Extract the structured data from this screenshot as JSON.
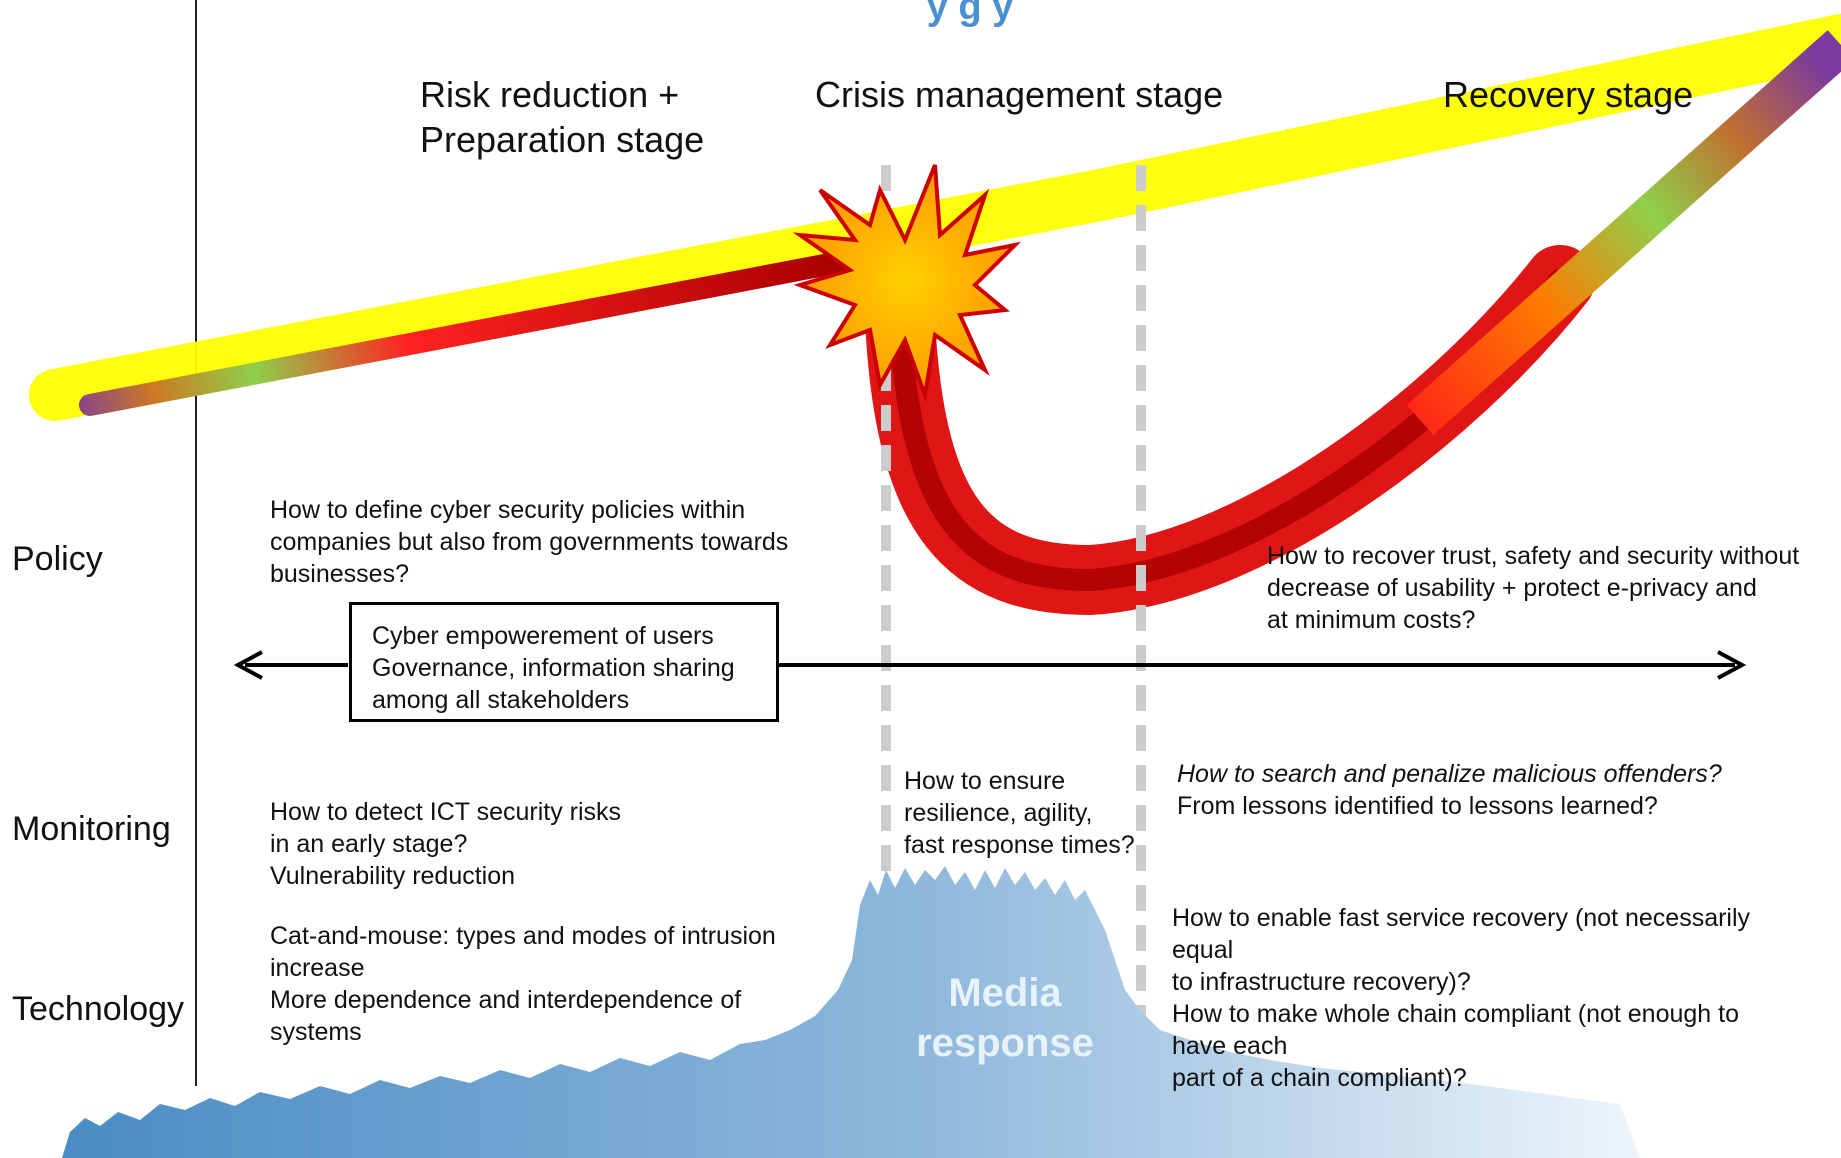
{
  "diagram": {
    "title_fragment": "y                      g           y",
    "stages": [
      {
        "label": "Risk reduction +\nPreparation stage"
      },
      {
        "label": "Crisis management stage"
      },
      {
        "label": "Recovery stage"
      }
    ],
    "rows": [
      {
        "label": "Policy"
      },
      {
        "label": "Monitoring"
      },
      {
        "label": "Technology"
      }
    ],
    "policy": {
      "preparation_question": "How to define cyber security policies within\ncompanies but also from governments towards\nbusinesses?",
      "recovery_question": "How to recover trust, safety and security without\ndecrease of usability + protect e-privacy and\nat minimum costs?",
      "box_text": "Cyber empowerement of users\nGovernance, information sharing\namong all stakeholders"
    },
    "monitoring": {
      "preparation_question": "How to detect ICT security risks\nin an early stage?\nVulnerability reduction",
      "crisis_question": "How to ensure\nresilience, agility,\nfast response times?",
      "recovery_question_italic": "How to search and penalize malicious offenders?",
      "recovery_question": "From lessons identified to lessons learned?"
    },
    "technology": {
      "preparation_question": "Cat-and-mouse: types and modes of intrusion\nincrease\nMore dependence and interdependence of\nsystems",
      "recovery_question": "How to enable fast service recovery (not necessarily\nequal\nto infrastructure recovery)?\nHow to make whole chain compliant (not enough to\nhave each\npart of a chain compliant)?"
    },
    "media_label": "Media\nresponse"
  },
  "colors": {
    "glow": "#ffff00",
    "curve": "#dd1111",
    "curve_dark": "#aa0000",
    "burst_fill": "#ffaa00",
    "burst_stroke": "#cc0000",
    "dashed_lines": "#cccccc",
    "media_wave": "#7aaed6",
    "title": "#4a8fd0"
  }
}
